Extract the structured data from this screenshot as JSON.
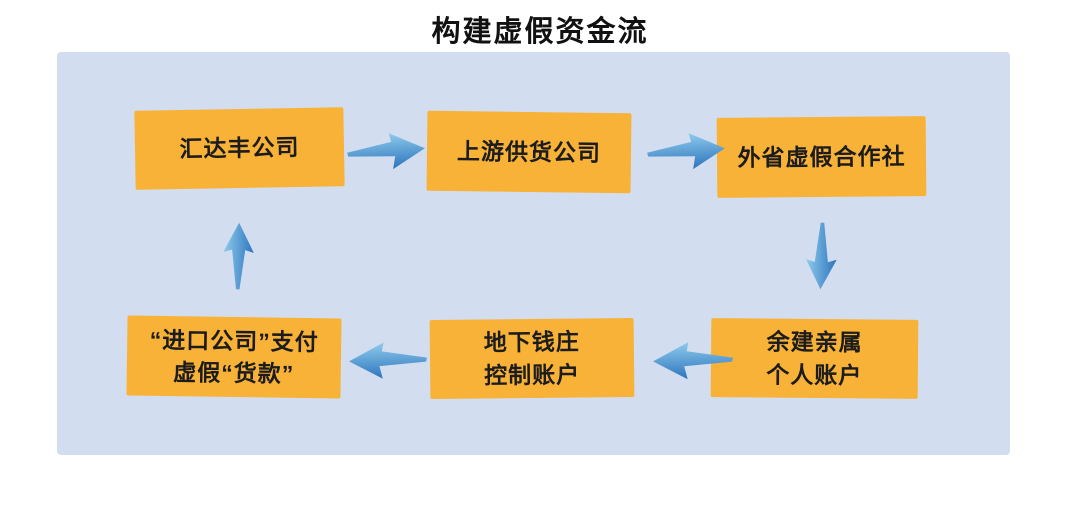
{
  "title": "构建虚假资金流",
  "colors": {
    "panel_bg": "#d3ddf0",
    "node_bg": "#f8b237",
    "node_text": "#1c1c1c",
    "arrow_light": "#8ecbec",
    "arrow_dark": "#2d74bd",
    "title_text": "#111111"
  },
  "flow": {
    "nodes": [
      {
        "id": "huidafeng-company",
        "label": "汇达丰公司"
      },
      {
        "id": "upstream-supplier",
        "label": "上游供货公司"
      },
      {
        "id": "out-province-fake-coop",
        "label": "外省虚假合作社"
      },
      {
        "id": "yujian-relatives-accounts",
        "label": "余建亲属\n个人账户"
      },
      {
        "id": "underground-bank-accounts",
        "label": "地下钱庄\n控制账户"
      },
      {
        "id": "import-company-fake-payment",
        "label": "“进口公司”支付\n虚假“货款”"
      }
    ],
    "edges": [
      {
        "from": "汇达丰公司",
        "to": "上游供货公司",
        "direction": "right"
      },
      {
        "from": "上游供货公司",
        "to": "外省虚假合作社",
        "direction": "right"
      },
      {
        "from": "外省虚假合作社",
        "to": "余建亲属个人账户",
        "direction": "down"
      },
      {
        "from": "余建亲属个人账户",
        "to": "地下钱庄控制账户",
        "direction": "left"
      },
      {
        "from": "地下钱庄控制账户",
        "to": "“进口公司”支付虚假“货款”",
        "direction": "left"
      },
      {
        "from": "“进口公司”支付虚假“货款”",
        "to": "汇达丰公司",
        "direction": "up"
      }
    ]
  }
}
